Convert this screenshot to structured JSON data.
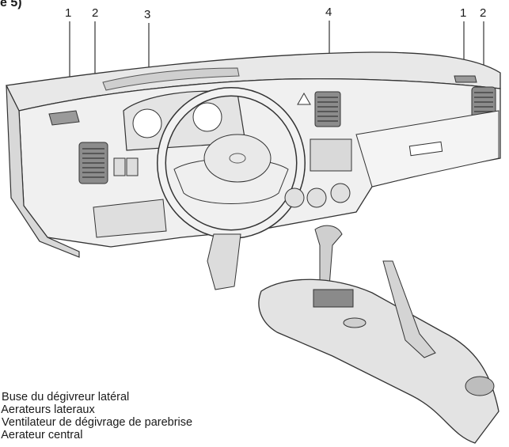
{
  "header": {
    "fragment": "e 5)"
  },
  "callouts": {
    "left_1": "1",
    "left_2": "2",
    "center_3": "3",
    "center_4": "4",
    "right_1": "1",
    "right_2": "2"
  },
  "legend": [
    {
      "label": ". Buse du dégivreur latéral"
    },
    {
      "label": ". Aerateurs lateraux"
    },
    {
      "label": ". Ventilateur de dégivrage de parebrise"
    },
    {
      "label": ". Aerateur central"
    }
  ]
}
